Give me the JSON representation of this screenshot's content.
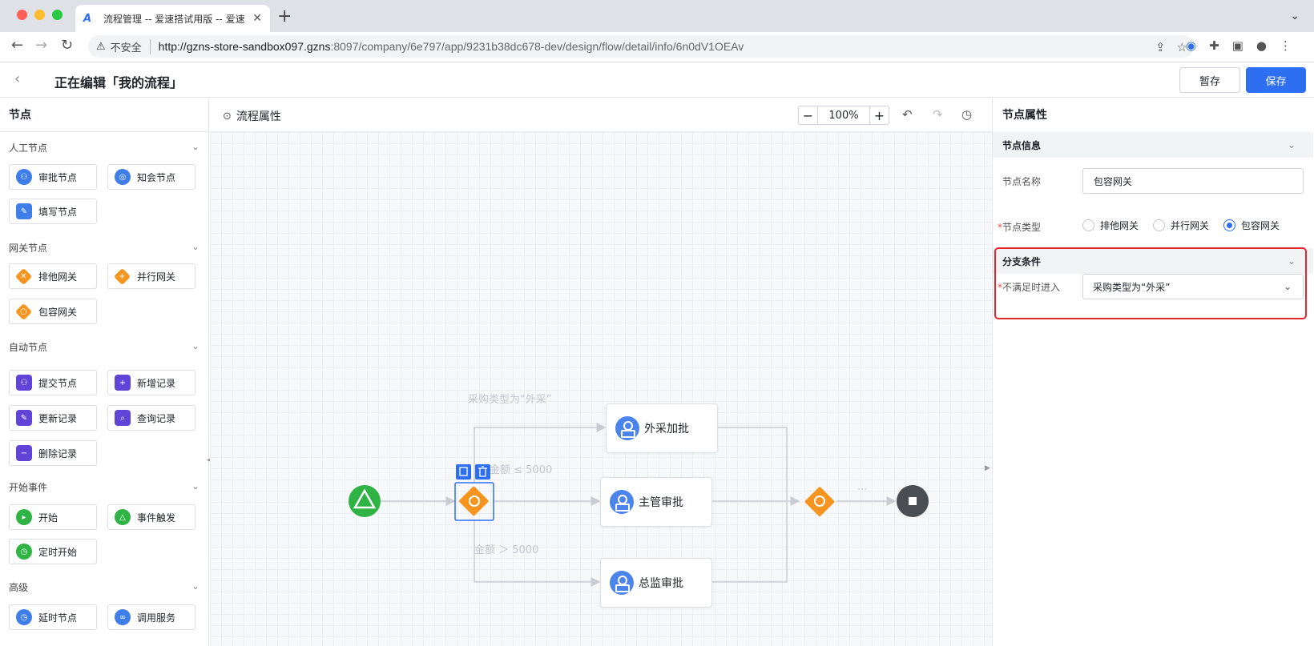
{
  "browser": {
    "tab_title": "流程管理 -- 爱速搭试用版 -- 爱速",
    "tab_close": "✕",
    "new_tab": "+",
    "insecure_label": "不安全",
    "url_host": "http://gzns-store-sandbox097.gzns",
    "url_rest": ":8097/company/6e797/app/9231b38dc678-dev/design/flow/detail/info/6n0dV1OEAv"
  },
  "header": {
    "title": "正在编辑「我的流程」",
    "save_draft_label": "暂存",
    "save_label": "保存"
  },
  "left_panel": {
    "title": "节点",
    "groups": [
      {
        "label": "人工节点",
        "items": [
          "审批节点",
          "知会节点",
          "填写节点"
        ]
      },
      {
        "label": "网关节点",
        "items": [
          "排他网关",
          "并行网关",
          "包容网关"
        ]
      },
      {
        "label": "自动节点",
        "items": [
          "提交节点",
          "新增记录",
          "更新记录",
          "查询记录",
          "删除记录"
        ]
      },
      {
        "label": "开始事件",
        "items": [
          "开始",
          "事件触发",
          "定时开始"
        ]
      },
      {
        "label": "高级",
        "items": [
          "延时节点",
          "调用服务"
        ]
      }
    ]
  },
  "canvas": {
    "flow_props_label": "流程属性",
    "zoom": "100%",
    "edge_labels": [
      "采购类型为“外采”",
      "金额 ≤ 5000",
      "金额 ＞ 5000",
      "..."
    ],
    "nodes": {
      "outsource": "外采加批",
      "manager": "主管审批",
      "director": "总监审批"
    }
  },
  "right_panel": {
    "title": "节点属性",
    "section_info": "节点信息",
    "name_label": "节点名称",
    "name_value": "包容网关",
    "type_label": "节点类型",
    "type_options": [
      "排他网关",
      "并行网关",
      "包容网关"
    ],
    "type_selected": "包容网关",
    "section_branch": "分支条件",
    "fallback_label": "不满足时进入",
    "fallback_value": "采购类型为“外采”",
    "required_mark": "*"
  },
  "colors": {
    "primary": "#2e6ff2",
    "gateway": "#f5951f",
    "start": "#2fb344",
    "highlight": "#e5262d"
  }
}
